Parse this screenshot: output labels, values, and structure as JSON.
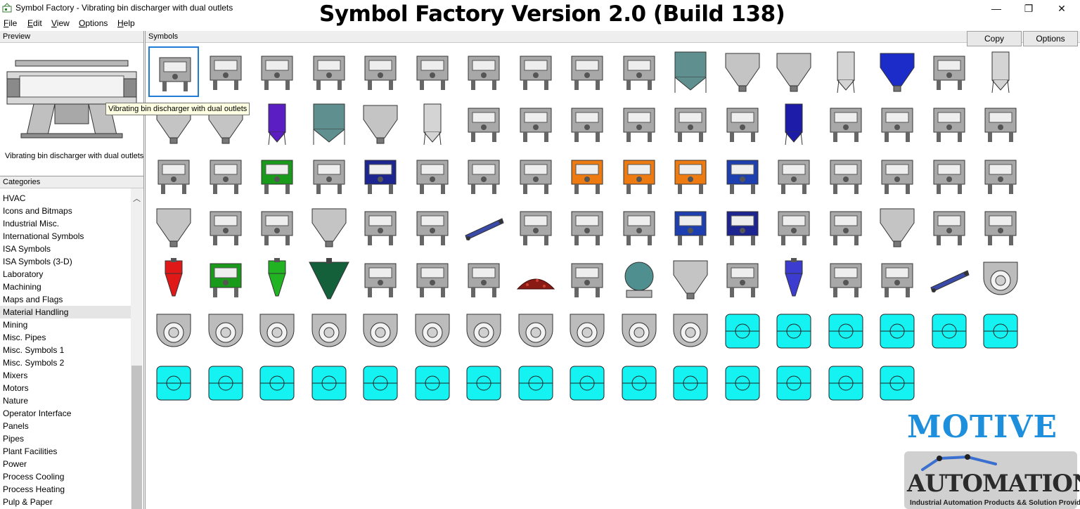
{
  "window": {
    "title": "Symbol Factory - Vibrating bin discharger with dual outlets",
    "minimize": "—",
    "maximize": "❐",
    "close": "✕"
  },
  "banner": "Symbol Factory Version 2.0 (Build 138)",
  "menu": [
    {
      "key": "F",
      "rest": "ile"
    },
    {
      "key": "E",
      "rest": "dit"
    },
    {
      "key": "V",
      "rest": "iew"
    },
    {
      "key": "O",
      "rest": "ptions"
    },
    {
      "key": "H",
      "rest": "elp"
    }
  ],
  "preview": {
    "header": "Preview",
    "caption": "Vibrating bin discharger with dual outlets"
  },
  "categories": {
    "header": "Categories",
    "selected": "Material Handling",
    "items": [
      "HVAC",
      "Icons and Bitmaps",
      "Industrial Misc.",
      "International Symbols",
      "ISA Symbols",
      "ISA Symbols (3-D)",
      "Laboratory",
      "Machining",
      "Maps and Flags",
      "Material Handling",
      "Mining",
      "Misc. Pipes",
      "Misc. Symbols 1",
      "Misc. Symbols 2",
      "Mixers",
      "Motors",
      "Nature",
      "Operator Interface",
      "Panels",
      "Pipes",
      "Plant Facilities",
      "Power",
      "Process Cooling",
      "Process Heating",
      "Pulp & Paper"
    ]
  },
  "symbols": {
    "header": "Symbols",
    "copy_label": "Copy",
    "options_label": "Options",
    "tooltip": "Vibrating bin discharger with dual outlets",
    "rows": [
      [
        "machine",
        "machine",
        "machine",
        "machine",
        "machine",
        "machine",
        "machine",
        "machine",
        "machine",
        "machine",
        "bin",
        "hopper",
        "hopper",
        "silo",
        "hopper-blue",
        "machine",
        "silo"
      ],
      [
        "hopper",
        "hopper",
        "silo-purple",
        "bin",
        "hopper",
        "silo",
        "machine",
        "machine",
        "machine",
        "machine",
        "machine",
        "machine",
        "silo-blue",
        "machine",
        "machine",
        "machine",
        "machine"
      ],
      [
        "machine",
        "machine",
        "machine-green",
        "machine",
        "machine-navy",
        "machine",
        "machine",
        "machine",
        "machine-orange",
        "machine-orange",
        "machine-orange",
        "machine-blue",
        "machine",
        "machine",
        "machine",
        "machine",
        "machine"
      ],
      [
        "hopper",
        "machine",
        "machine",
        "hopper",
        "machine",
        "machine",
        "conveyor",
        "machine",
        "machine",
        "machine",
        "machine-blue",
        "machine-navy",
        "machine",
        "machine",
        "hopper",
        "machine",
        "machine"
      ],
      [
        "cyclone-red",
        "machine-green",
        "cyclone-green",
        "mixer-green",
        "machine",
        "machine",
        "machine",
        "pile",
        "machine",
        "tank",
        "hopper",
        "machine",
        "cyclone-blue",
        "machine",
        "machine",
        "conveyor",
        "blower"
      ],
      [
        "blower",
        "blower",
        "blower",
        "blower",
        "blower",
        "blower",
        "blower",
        "blower",
        "blower",
        "blower",
        "blower",
        "cyan",
        "cyan",
        "cyan",
        "cyan",
        "cyan",
        "cyan"
      ],
      [
        "cyan",
        "cyan",
        "cyan",
        "cyan",
        "cyan",
        "cyan",
        "cyan",
        "cyan",
        "cyan",
        "cyan",
        "cyan",
        "cyan",
        "cyan",
        "cyan",
        "cyan"
      ]
    ],
    "palette": {
      "machine": "#a8a8a8",
      "hopper": "#c4c4c4",
      "bin": "#5f8f8f",
      "silo": "#d4d4d4",
      "hopper-blue": "#1b2cc9",
      "silo-purple": "#5a1ec2",
      "silo-blue": "#1c1ca8",
      "machine-green": "#1a9a1a",
      "machine-navy": "#1c2590",
      "machine-orange": "#ee7a12",
      "machine-blue": "#1d3fb0",
      "conveyor": "#3a4aa8",
      "cyclone-red": "#e01818",
      "cyclone-green": "#22b322",
      "mixer-green": "#14603a",
      "cyclone-blue": "#3c3cd0",
      "pile": "#8a1a14",
      "tank": "#4f8f8f",
      "blower": "#bcbcbc",
      "cyan": "#14f2f2"
    }
  },
  "logo": {
    "motive": "MOTIVE",
    "automation": "AUTOMATION",
    "tagline": "Industrial Automation Products && Solution Provider"
  }
}
